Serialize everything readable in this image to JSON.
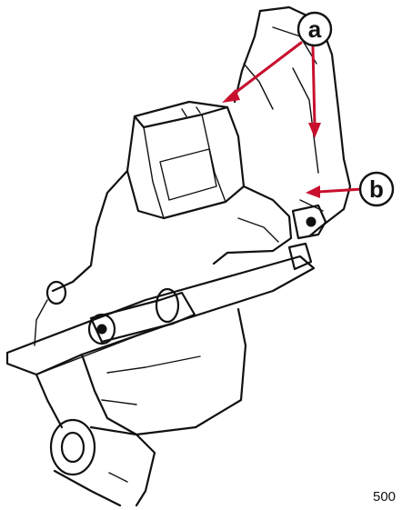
{
  "callouts": {
    "a": "a",
    "b": "b"
  },
  "figure_number": "500",
  "colors": {
    "arrow": "#c8102e",
    "line": "#111111"
  }
}
